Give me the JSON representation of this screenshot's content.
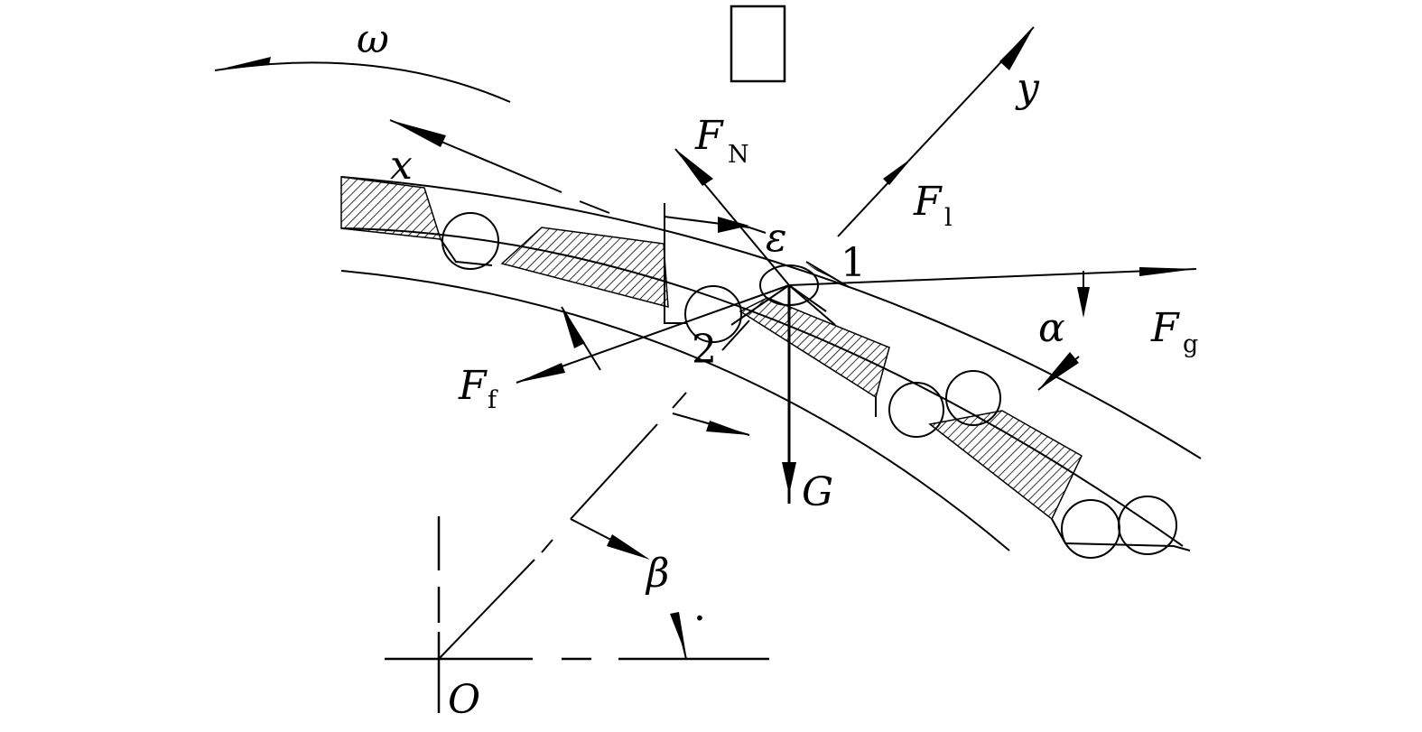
{
  "labels": {
    "omega": "ω",
    "x_axis": "x",
    "y_axis": "y",
    "normal_force": "F",
    "normal_force_sub": "N",
    "lift_force": "F",
    "lift_force_sub": "l",
    "epsilon": "ε",
    "point_1": "1",
    "point_2": "2",
    "alpha": "α",
    "drag_force": "F",
    "drag_force_sub": "g",
    "friction_force": "F",
    "friction_force_sub": "f",
    "gravity": "G",
    "beta": "β",
    "origin": "O",
    "dot": "·"
  }
}
